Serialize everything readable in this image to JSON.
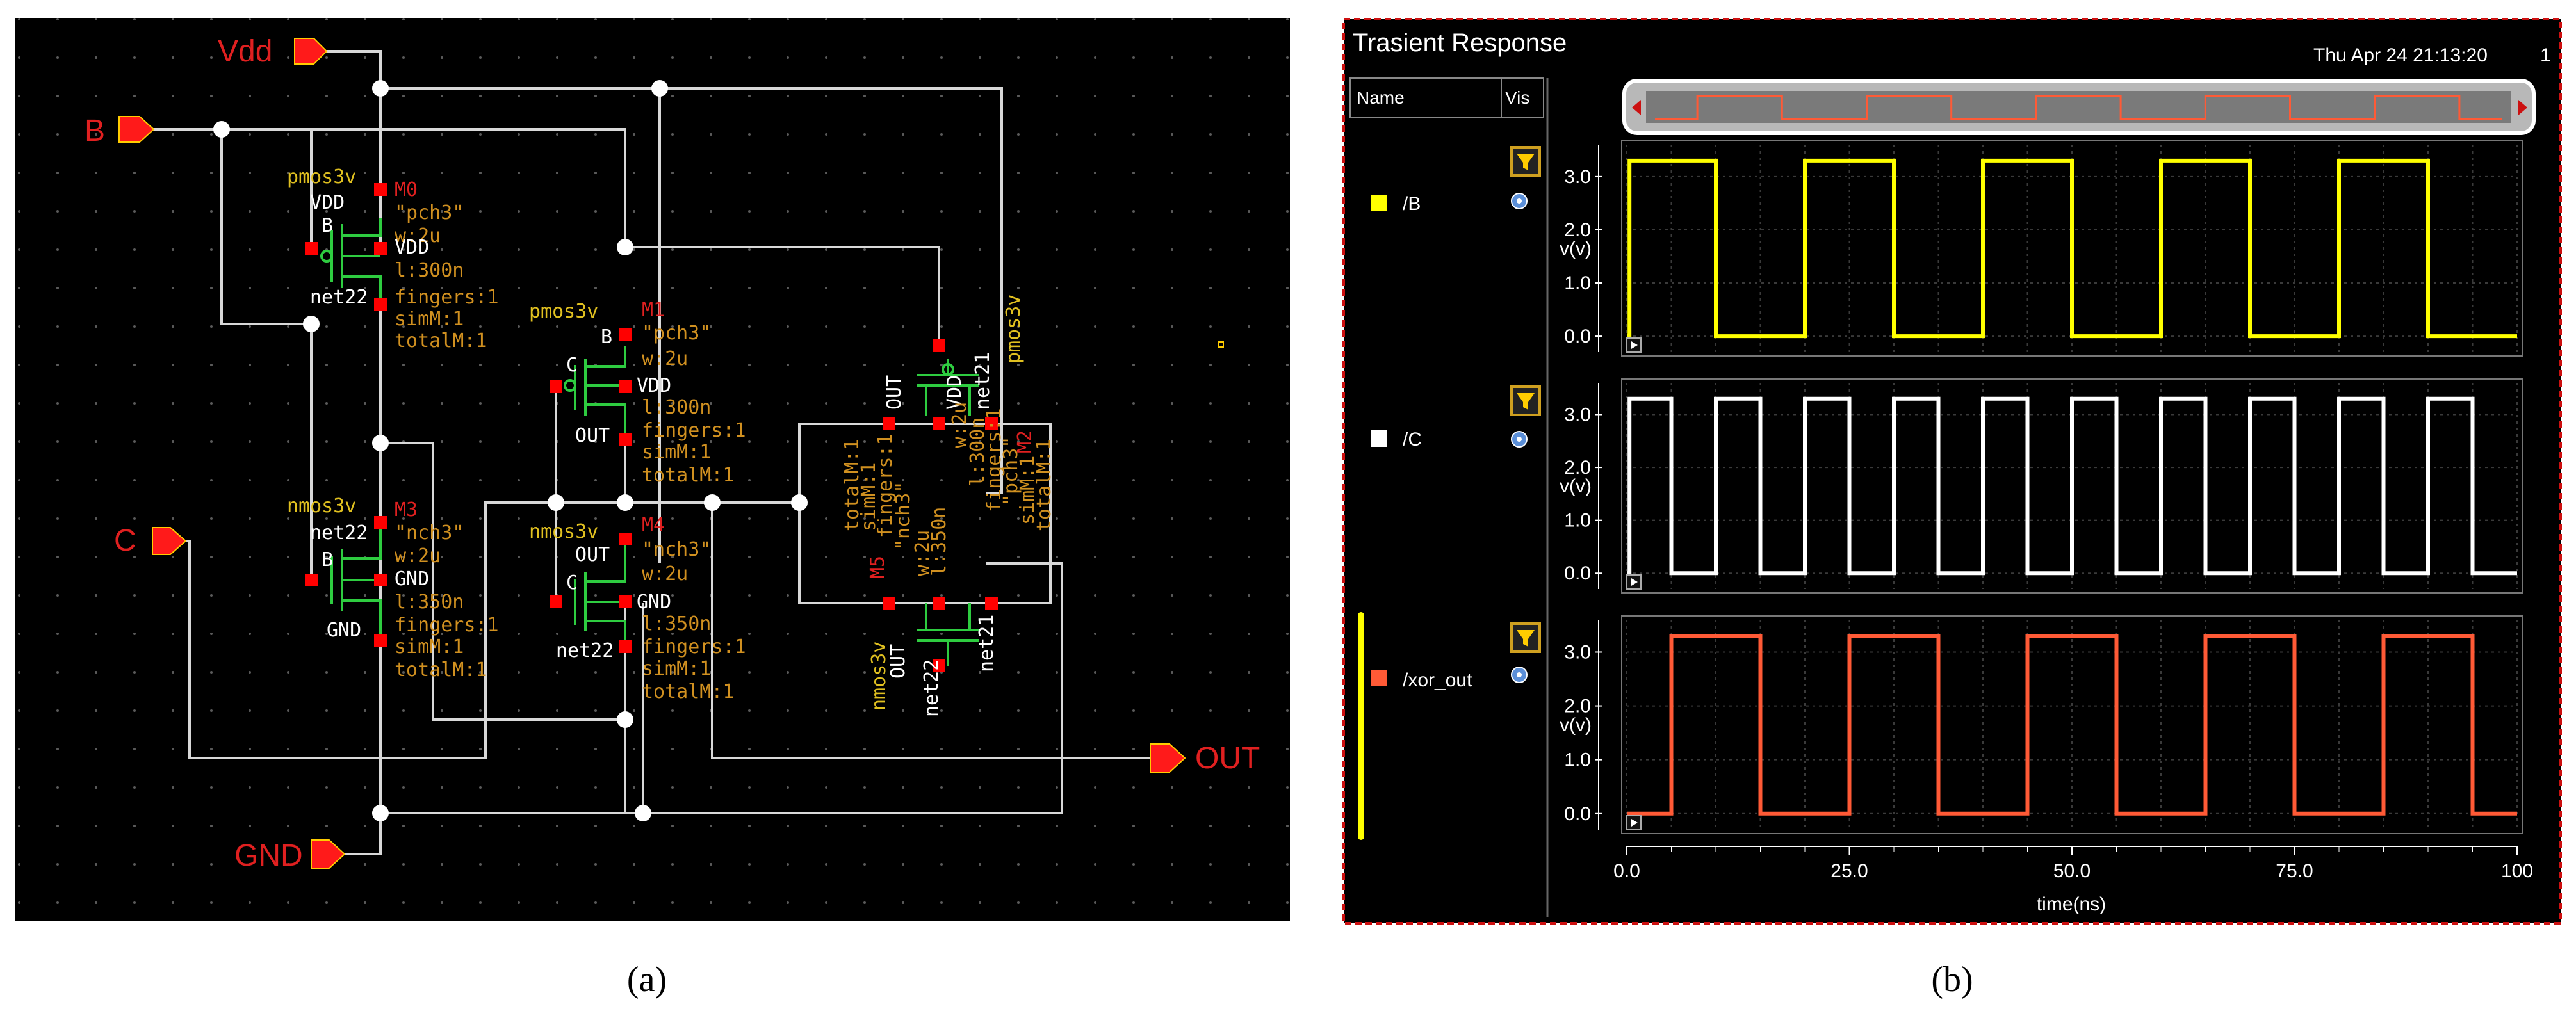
{
  "panel_a": {
    "caption": "(a)",
    "pins": {
      "vdd": "Vdd",
      "b": "B",
      "c": "C",
      "gnd": "GND",
      "out": "OUT"
    },
    "devices": [
      {
        "model": "pmos3v",
        "inst": "M0",
        "cell": "\"pch3\"",
        "w": "w:2u",
        "l": "l:300n",
        "fingers": "fingers:1",
        "simM": "simM:1",
        "totalM": "totalM:1",
        "gate": "B",
        "top": "VDD",
        "bulk": "VDD",
        "bottom": "net22"
      },
      {
        "model": "pmos3v",
        "inst": "M1",
        "cell": "\"pch3\"",
        "w": "w:2u",
        "l": "l:300n",
        "fingers": "fingers:1",
        "simM": "simM:1",
        "totalM": "totalM:1",
        "gate": "C",
        "top": "B",
        "bulk": "VDD",
        "bottom": "OUT"
      },
      {
        "model": "nmos3v",
        "inst": "M3",
        "cell": "\"nch3\"",
        "w": "w:2u",
        "l": "l:350n",
        "fingers": "fingers:1",
        "simM": "simM:1",
        "totalM": "totalM:1",
        "gate": "B",
        "top": "net22",
        "bulk": "GND",
        "bottom": "GND"
      },
      {
        "model": "nmos3v",
        "inst": "M4",
        "cell": "\"nch3\"",
        "w": "w:2u",
        "l": "l:350n",
        "fingers": "fingers:1",
        "simM": "simM:1",
        "totalM": "totalM:1",
        "gate": "C",
        "top": "OUT",
        "bulk": "GND",
        "bottom": "net22"
      }
    ],
    "rotated": {
      "m2": [
        "pmos3v",
        "M2",
        "net21",
        "OUT",
        "VDD",
        "fingers:1",
        "w:2u",
        "l:300n",
        "\"pch3\"",
        "simM:1",
        "totalM:1"
      ],
      "m5": [
        "nmos3v",
        "M5",
        "OUT",
        "net22",
        "net21",
        "\"nch3\"",
        "w:2u",
        "l:350n",
        "fingers:1",
        "simM:1",
        "totalM:1"
      ]
    }
  },
  "panel_b": {
    "caption": "(b)",
    "title": "Trasient Response",
    "timestamp": "Thu Apr 24 21:13:20",
    "timestamp_tail": "1",
    "col_name": "Name",
    "col_vis": "Vis",
    "colors": {
      "B": "#ffff00",
      "C": "#ffffff",
      "xor_out": "#ff5a36",
      "grid": "#3a3a3a",
      "border": "#cc1111"
    }
  },
  "chart_data": {
    "type": "line",
    "title": "Trasient Response",
    "xlabel": "time(ns)",
    "ylabel": "v(v)",
    "xlim": [
      0,
      100
    ],
    "ylim": [
      -0.3,
      3.6
    ],
    "x_ticks": [
      "0.0",
      "25.0",
      "50.0",
      "75.0",
      "100"
    ],
    "y_ticks": [
      "0.0",
      "1.0",
      "2.0",
      "3.0"
    ],
    "series": [
      {
        "name": "/B",
        "color": "#ffff00",
        "points": [
          [
            0,
            0
          ],
          [
            0.3,
            0
          ],
          [
            0.3,
            3.3
          ],
          [
            10,
            3.3
          ],
          [
            10,
            0
          ],
          [
            20,
            0
          ],
          [
            20,
            3.3
          ],
          [
            30,
            3.3
          ],
          [
            30,
            0
          ],
          [
            40,
            0
          ],
          [
            40,
            3.3
          ],
          [
            50,
            3.3
          ],
          [
            50,
            0
          ],
          [
            60,
            0
          ],
          [
            60,
            3.3
          ],
          [
            70,
            3.3
          ],
          [
            70,
            0
          ],
          [
            80,
            0
          ],
          [
            80,
            3.3
          ],
          [
            90,
            3.3
          ],
          [
            90,
            0
          ],
          [
            100,
            0
          ]
        ]
      },
      {
        "name": "/C",
        "color": "#ffffff",
        "points": [
          [
            0,
            0
          ],
          [
            0.3,
            0
          ],
          [
            0.3,
            3.3
          ],
          [
            5,
            3.3
          ],
          [
            5,
            0
          ],
          [
            10,
            0
          ],
          [
            10,
            3.3
          ],
          [
            15,
            3.3
          ],
          [
            15,
            0
          ],
          [
            20,
            0
          ],
          [
            20,
            3.3
          ],
          [
            25,
            3.3
          ],
          [
            25,
            0
          ],
          [
            30,
            0
          ],
          [
            30,
            3.3
          ],
          [
            35,
            3.3
          ],
          [
            35,
            0
          ],
          [
            40,
            0
          ],
          [
            40,
            3.3
          ],
          [
            45,
            3.3
          ],
          [
            45,
            0
          ],
          [
            50,
            0
          ],
          [
            50,
            3.3
          ],
          [
            55,
            3.3
          ],
          [
            55,
            0
          ],
          [
            60,
            0
          ],
          [
            60,
            3.3
          ],
          [
            65,
            3.3
          ],
          [
            65,
            0
          ],
          [
            70,
            0
          ],
          [
            70,
            3.3
          ],
          [
            75,
            3.3
          ],
          [
            75,
            0
          ],
          [
            80,
            0
          ],
          [
            80,
            3.3
          ],
          [
            85,
            3.3
          ],
          [
            85,
            0
          ],
          [
            90,
            0
          ],
          [
            90,
            3.3
          ],
          [
            95,
            3.3
          ],
          [
            95,
            0
          ],
          [
            100,
            0
          ]
        ]
      },
      {
        "name": "/xor_out",
        "color": "#ff5a36",
        "points": [
          [
            0,
            0
          ],
          [
            5,
            0
          ],
          [
            5,
            3.3
          ],
          [
            15,
            3.3
          ],
          [
            15,
            0
          ],
          [
            25,
            0
          ],
          [
            25,
            3.3
          ],
          [
            35,
            3.3
          ],
          [
            35,
            0
          ],
          [
            45,
            0
          ],
          [
            45,
            3.3
          ],
          [
            55,
            3.3
          ],
          [
            55,
            0
          ],
          [
            65,
            0
          ],
          [
            65,
            3.3
          ],
          [
            75,
            3.3
          ],
          [
            75,
            0
          ],
          [
            85,
            0
          ],
          [
            85,
            3.3
          ],
          [
            95,
            3.3
          ],
          [
            95,
            0
          ],
          [
            100,
            0
          ]
        ]
      }
    ]
  }
}
